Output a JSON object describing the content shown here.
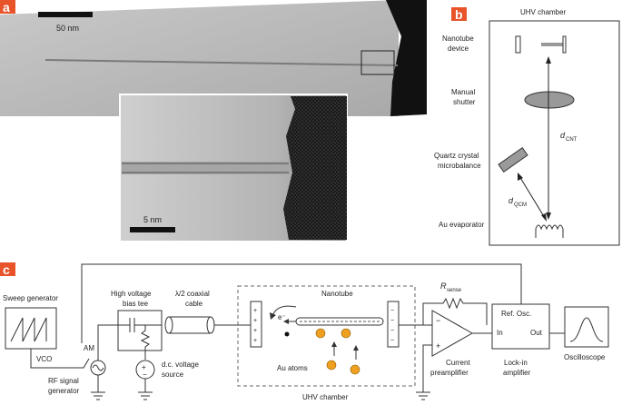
{
  "panels": {
    "a": {
      "badge": "a",
      "scale_top": "50 nm",
      "scale_inset": "5 nm"
    },
    "b": {
      "badge": "b",
      "title": "UHV chamber",
      "nanotube_device": [
        "Nanotube",
        "device"
      ],
      "manual_shutter": [
        "Manual",
        "shutter"
      ],
      "qcm": [
        "Quartz crystal",
        "microbalance"
      ],
      "au_evaporator": "Au evaporator",
      "d_cnt": "d",
      "d_cnt_sub": "CNT",
      "d_qcm": "d",
      "d_qcm_sub": "QCM"
    },
    "c": {
      "badge": "c",
      "sweep_generator": "Sweep generator",
      "vco": "VCO",
      "am": "AM",
      "rf_signal_generator": [
        "RF signal",
        "generator"
      ],
      "high_voltage_bias_tee": [
        "High voltage",
        "bias tee"
      ],
      "coax_cable": [
        "λ/2 coaxial",
        "cable"
      ],
      "dc_source": [
        "d.c. voltage",
        "source"
      ],
      "nanotube": "Nanotube",
      "electron": "e⁻",
      "au_atoms": "Au atoms",
      "uhv_chamber": "UHV chamber",
      "r_sense": "R",
      "r_sense_sub": "sense",
      "current_preamp": [
        "Current",
        "preamplifier"
      ],
      "ref_osc": "Ref. Osc.",
      "lockin_in": "In",
      "lockin_out": "Out",
      "lockin": [
        "Lock-in",
        "amplifier"
      ],
      "oscilloscope": "Oscilloscope",
      "plus": "+",
      "minus": "−"
    }
  },
  "colors": {
    "badge": "#e8532a",
    "au_atom": "#f0a020",
    "tem_background": "#bdbdbd",
    "tem_dark": "#111111"
  }
}
